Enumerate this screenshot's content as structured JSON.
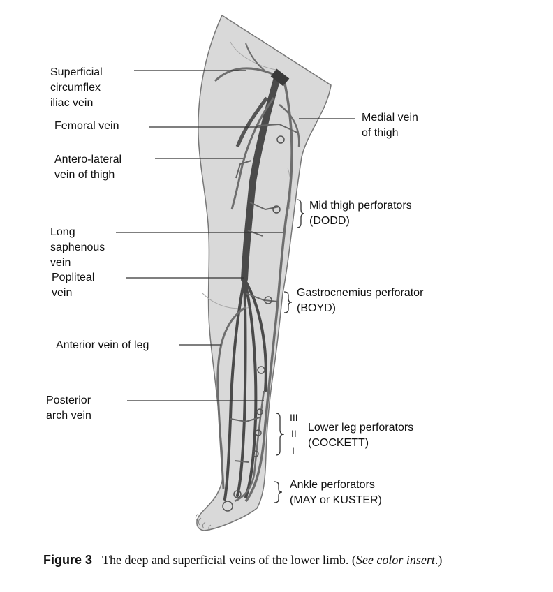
{
  "labels": {
    "superficial_circumflex_iliac_vein": [
      "Superficial",
      "circumflex",
      "iliac vein"
    ],
    "femoral_vein": "Femoral vein",
    "antero_lateral_vein_of_thigh": [
      "Antero-lateral",
      "vein of thigh"
    ],
    "long_saphenous_vein": [
      "Long",
      "saphenous",
      "vein"
    ],
    "popliteal_vein": [
      "Popliteal",
      "vein"
    ],
    "anterior_vein_of_leg": "Anterior vein of leg",
    "posterior_arch_vein": [
      "Posterior",
      "arch vein"
    ],
    "medial_vein_of_thigh": [
      "Medial vein",
      "of thigh"
    ],
    "mid_thigh_perforators": [
      "Mid thigh perforators",
      "(DODD)"
    ],
    "gastrocnemius_perforator": [
      "Gastrocnemius perforator",
      "(BOYD)"
    ],
    "lower_leg_perforators": [
      "Lower leg perforators",
      "(COCKETT)"
    ],
    "ankle_perforators": [
      "Ankle perforators",
      "(MAY or KUSTER)"
    ]
  },
  "roman_numerals": [
    "III",
    "II",
    "I"
  ],
  "caption": {
    "figure_number": "Figure 3",
    "text": "The deep and superficial veins of the lower limb. (",
    "italic": "See color insert",
    "end": ".)"
  },
  "colors": {
    "limb_fill": "#d9d9d9",
    "limb_outline": "#777777",
    "vein_dark": "#4a4a4a",
    "vein_mid": "#6e6e6e",
    "leader_line": "#333333"
  }
}
